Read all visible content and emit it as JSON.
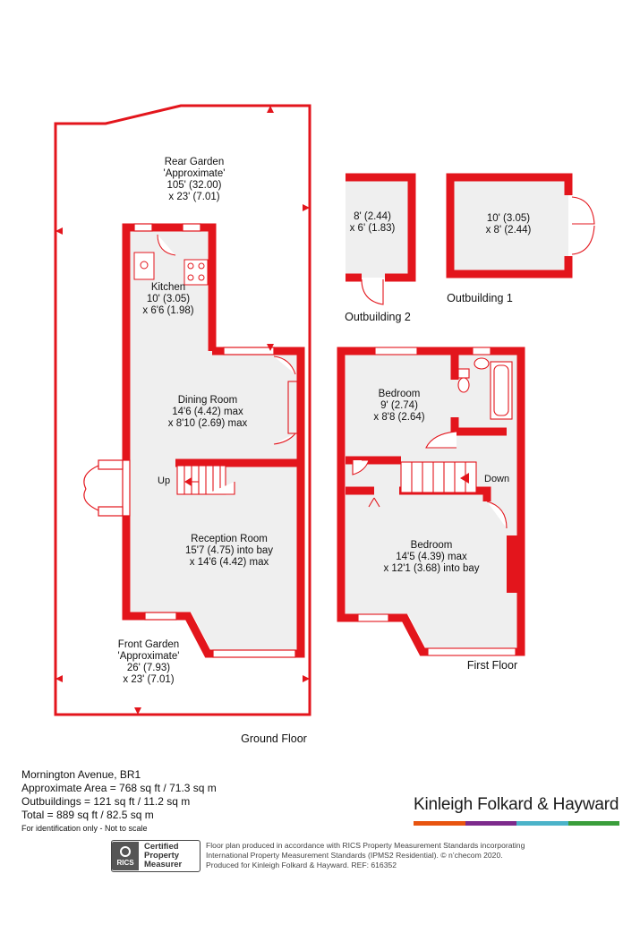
{
  "rooms": {
    "rear_garden": [
      "Rear Garden",
      "'Approximate'",
      "105' (32.00)",
      "x 23' (7.01)"
    ],
    "kitchen": [
      "Kitchen",
      "10' (3.05)",
      "x 6'6 (1.98)"
    ],
    "dining": [
      "Dining Room",
      "14'6 (4.42) max",
      "x 8'10 (2.69) max"
    ],
    "reception": [
      "Reception Room",
      "15'7 (4.75) into bay",
      "x 14'6 (4.42) max"
    ],
    "front_garden": [
      "Front Garden",
      "'Approximate'",
      "26' (7.93)",
      "x 23' (7.01)"
    ],
    "out2": [
      "8' (2.44)",
      "x 6' (1.83)"
    ],
    "out1": [
      "10' (3.05)",
      "x 8' (2.44)"
    ],
    "bed1": [
      "Bedroom",
      "9' (2.74)",
      "x 8'8 (2.64)"
    ],
    "bed2": [
      "Bedroom",
      "14'5 (4.39) max",
      "x 12'1 (3.68) into bay"
    ]
  },
  "labels": {
    "up": "Up",
    "down": "Down",
    "ground_floor": "Ground Floor",
    "first_floor": "First Floor",
    "outbuilding_1": "Outbuilding 1",
    "outbuilding_2": "Outbuilding 2"
  },
  "info": {
    "address": "Mornington Avenue, BR1",
    "area": "Approximate Area = 768 sq ft / 71.3 sq m",
    "outbuildings": "Outbuildings = 121 sq ft / 11.2 sq m",
    "total": "Total = 889 sq ft / 82.5 sq m",
    "note": "For identification only - Not to scale"
  },
  "brand": {
    "name": "Kinleigh Folkard & Hayward",
    "bar_colors": [
      "#e8540f",
      "#7d2a8c",
      "#4bb3c9",
      "#3a9e3b"
    ]
  },
  "rics": {
    "logo_text": "RICS",
    "line1": "Certified",
    "line2": "Property",
    "line3": "Measurer"
  },
  "disclaimer": {
    "line1": "Floor plan produced in accordance with RICS Property Measurement Standards incorporating",
    "line2": "International Property Measurement Standards (IPMS2 Residential). © n’checom 2020.",
    "line3": "Produced for Kinleigh Folkard & Hayward.   REF: 616352"
  },
  "colors": {
    "wall": "#e3151c",
    "floor": "#efefef"
  }
}
